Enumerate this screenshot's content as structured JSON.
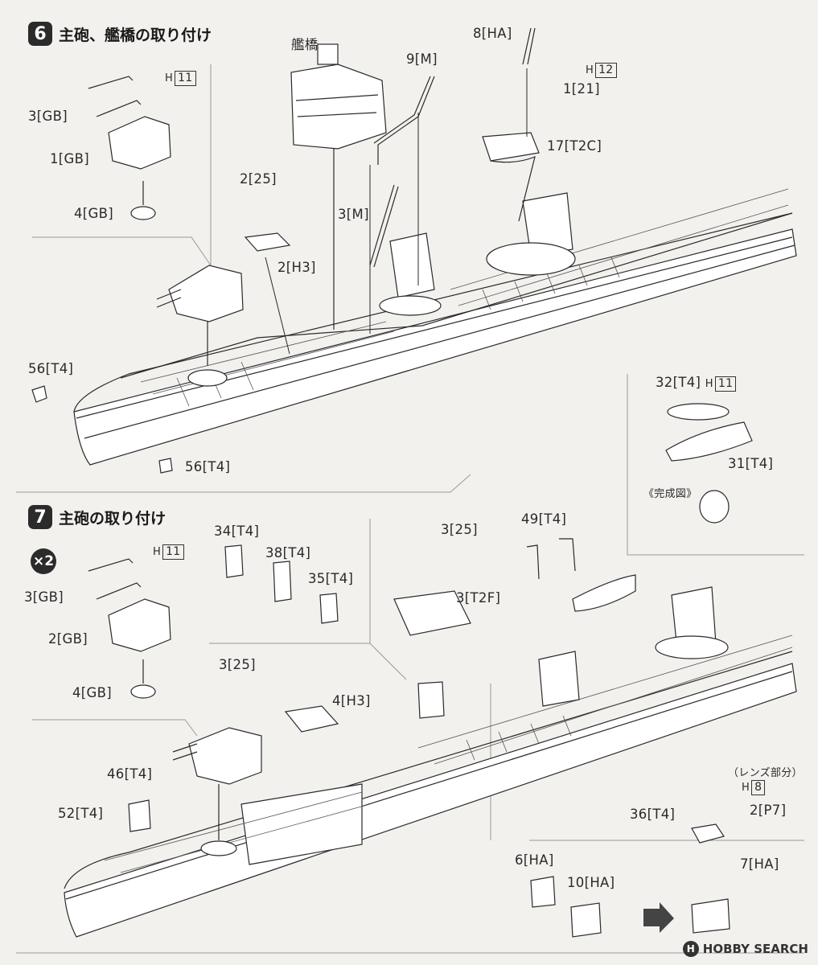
{
  "step6": {
    "number": "6",
    "title": "主砲、艦橋の取り付け",
    "labels": {
      "bridge": "艦橋",
      "p_8HA": "8[HA]",
      "p_9M": "9[M]",
      "h12_prefix": "H",
      "h12_num": "12",
      "p_1_21": "1[21]",
      "p_17T2C": "17[T2C]",
      "h11_prefix": "H",
      "h11_num": "11",
      "p_3GB": "3[GB]",
      "p_1GB": "1[GB]",
      "p_4GB": "4[GB]",
      "p_2_25": "2[25]",
      "p_3M": "3[M]",
      "p_2H3": "2[H3]",
      "p_56T4_a": "56[T4]",
      "p_56T4_b": "56[T4]",
      "p_32T4": "32[T4]",
      "h11b_prefix": "H",
      "h11b_num": "11",
      "p_31T4": "31[T4]",
      "completed": "《完成図》"
    }
  },
  "step7": {
    "number": "7",
    "title": "主砲の取り付け",
    "multiplier": "×2",
    "labels": {
      "h11_prefix": "H",
      "h11_num": "11",
      "p_3GB": "3[GB]",
      "p_2GB": "2[GB]",
      "p_4GB": "4[GB]",
      "p_34T4": "34[T4]",
      "p_38T4": "38[T4]",
      "p_35T4": "35[T4]",
      "p_3_25a": "3[25]",
      "p_3T2F": "3[T2F]",
      "p_49T4": "49[T4]",
      "p_3_25b": "3[25]",
      "p_4H3": "4[H3]",
      "p_46T4": "46[T4]",
      "p_52T4": "52[T4]",
      "lens_note": "（レンズ部分）",
      "h8_prefix": "H",
      "h8_num": "8",
      "p_36T4": "36[T4]",
      "p_2P7": "2[P7]",
      "p_7HA": "7[HA]",
      "p_6HA": "6[HA]",
      "p_10HA": "10[HA]"
    }
  },
  "watermark": {
    "icon": "H",
    "text": "HOBBY SEARCH"
  }
}
